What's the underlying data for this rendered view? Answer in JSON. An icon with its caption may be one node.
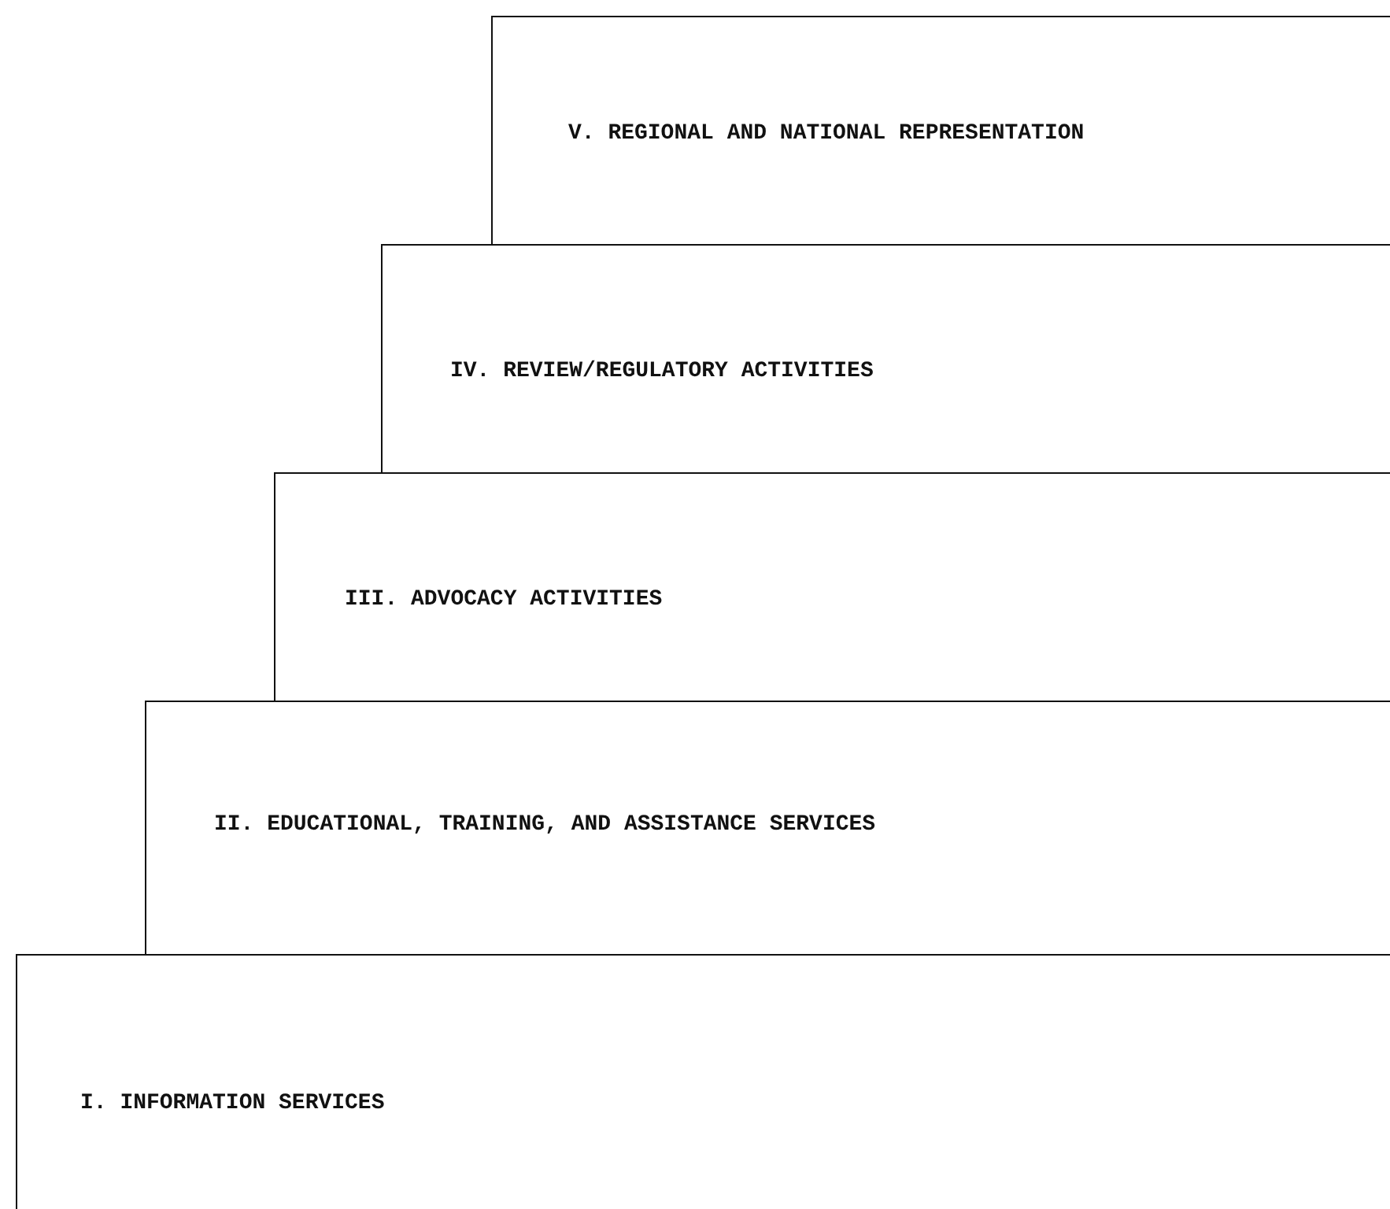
{
  "diagram": {
    "nodes": [
      {
        "text": [
          "V. REGIONAL AND NATIONAL REPRESENTATION"
        ]
      },
      {
        "text": [
          "IV. REVIEW/REGULATORY ACTIVITIES"
        ]
      },
      {
        "text": [
          "III. ADVOCACY ACTIVITIES"
        ]
      },
      {
        "text": [
          "II. EDUCATIONAL, TRAINING, AND ASSISTANCE SERVICES"
        ]
      },
      {
        "text": [
          "I. INFORMATION SERVICES"
        ]
      }
    ],
    "edges": []
  }
}
